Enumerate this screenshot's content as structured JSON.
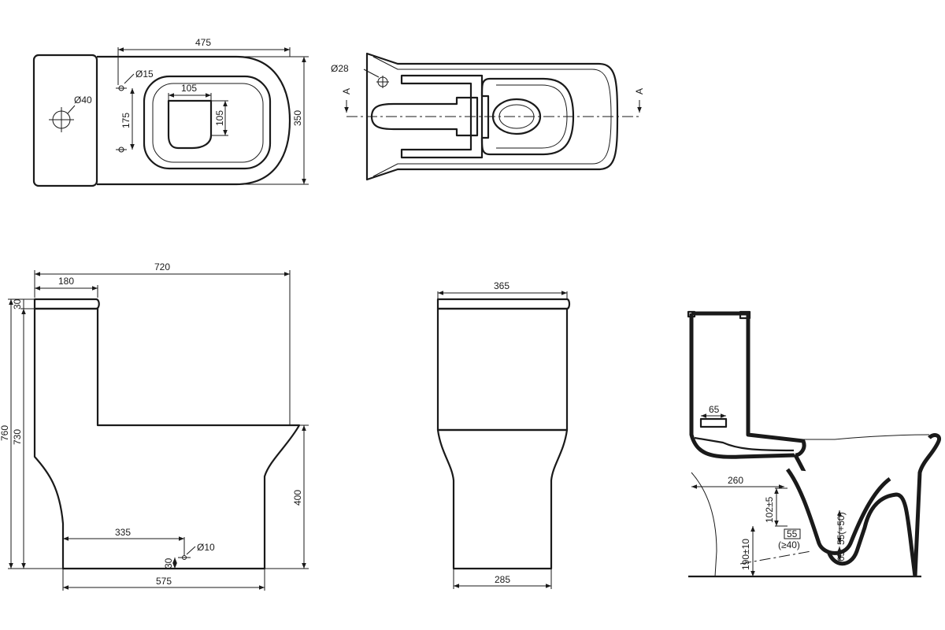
{
  "drawing": {
    "top_view": {
      "width": "475",
      "depth": "350",
      "inlet_dia": "Ø40",
      "bolt_dia": "Ø15",
      "bolt_spacing": "175",
      "seat_width": "105",
      "seat_depth": "105"
    },
    "bottom_view": {
      "hole_dia": "Ø28",
      "section_mark_left": "A",
      "section_mark_right": "A"
    },
    "side_view": {
      "length": "720",
      "tank_depth": "180",
      "lid_height": "30",
      "total_height": "760",
      "tank_height": "730",
      "bowl_height": "400",
      "bolt_offset": "335",
      "bolt_height": "30",
      "bolt_dia": "Ø10",
      "base_length": "575"
    },
    "front_view": {
      "top_width": "365",
      "base_width": "285"
    },
    "section_view": {
      "valve_width": "65",
      "outlet_offset": "260",
      "outlet_height": "102±5",
      "floor_height": "190±10",
      "pipe_size": "55",
      "pipe_clearance": "(≥40)",
      "trap_depth": "55(+50)",
      "trap_bottom": "65"
    }
  }
}
